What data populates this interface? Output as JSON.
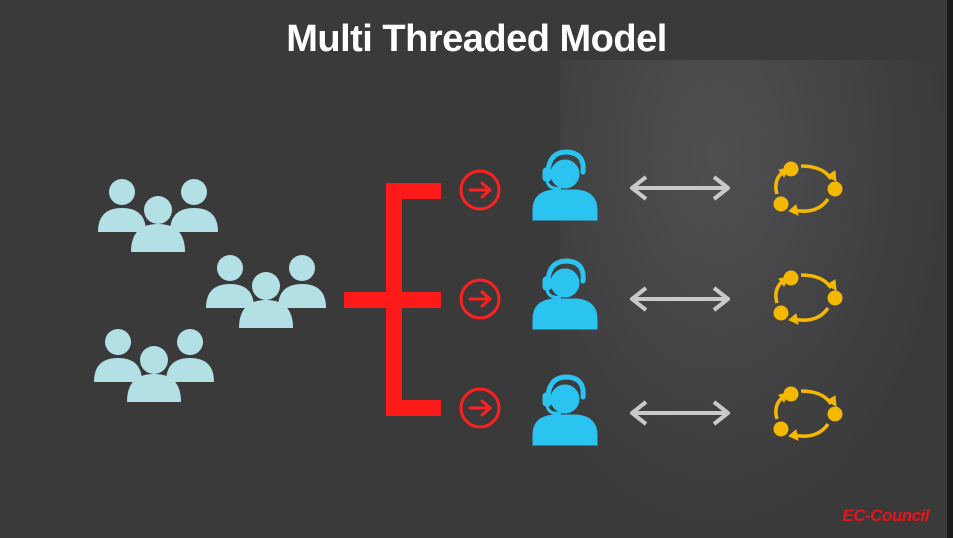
{
  "slide": {
    "title": "Multi Threaded Model",
    "brand": "EC-Council"
  },
  "diagram": {
    "clients": {
      "groups": 3,
      "icon": "user-group-icon",
      "color": "#b3e0e5"
    },
    "connector": {
      "color": "#ff1a1a",
      "branches": 3
    },
    "threads": [
      {
        "arrow_icon": "circle-arrow-right-icon",
        "agent_icon": "headset-agent-icon",
        "link_icon": "bidirectional-arrow-icon",
        "process_icon": "cycle-icon"
      },
      {
        "arrow_icon": "circle-arrow-right-icon",
        "agent_icon": "headset-agent-icon",
        "link_icon": "bidirectional-arrow-icon",
        "process_icon": "cycle-icon"
      },
      {
        "arrow_icon": "circle-arrow-right-icon",
        "agent_icon": "headset-agent-icon",
        "link_icon": "bidirectional-arrow-icon",
        "process_icon": "cycle-icon"
      }
    ],
    "colors": {
      "agent": "#2bc3ef",
      "arrow_red": "#ff2020",
      "link_gray": "#c9c9c9",
      "cycle_yellow": "#f5b800"
    }
  }
}
